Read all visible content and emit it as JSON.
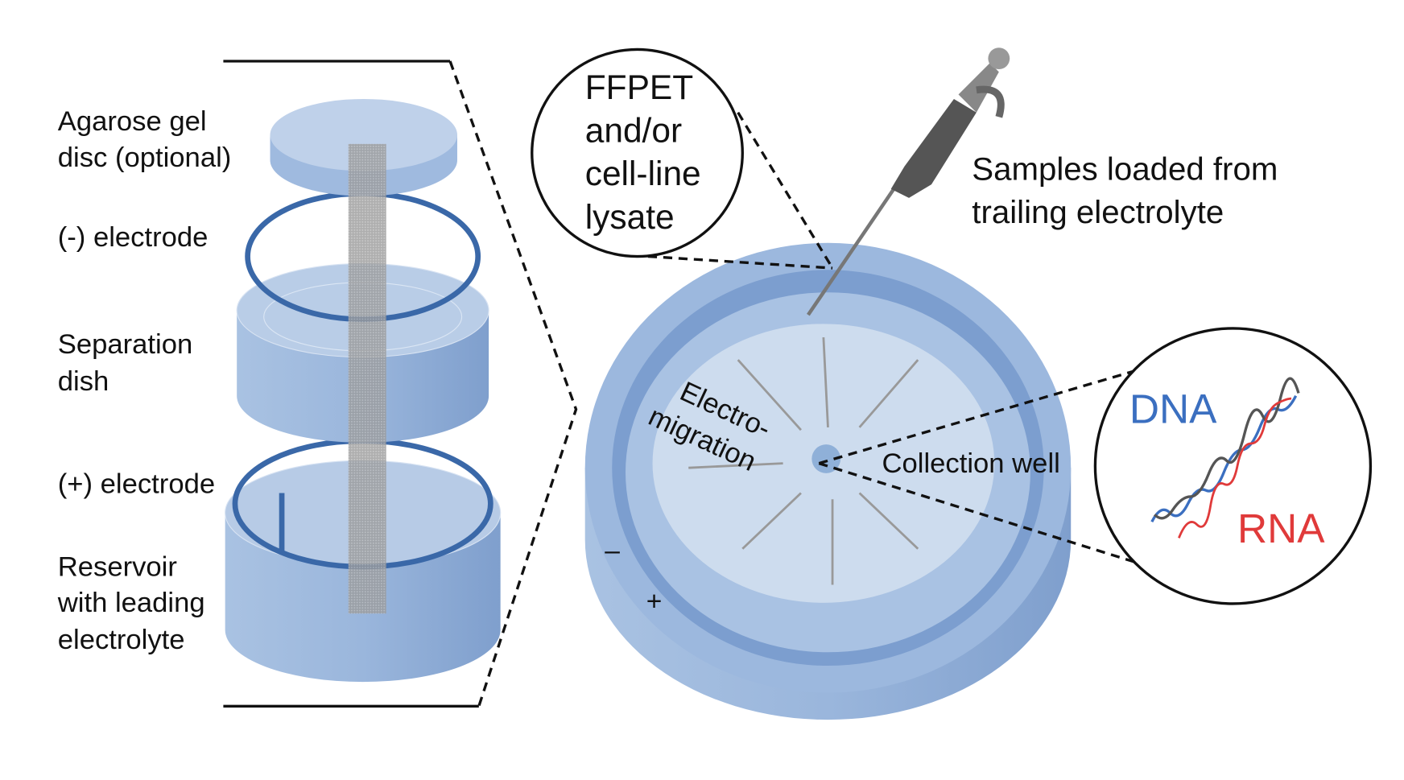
{
  "left_labels": {
    "agarose_line1": "Agarose gel",
    "agarose_line2": "disc (optional)",
    "neg_electrode": "(-) electrode",
    "separation_line1": "Separation",
    "separation_line2": "dish",
    "pos_electrode": "(+) electrode",
    "reservoir_line1": "Reservoir",
    "reservoir_line2": "with leading",
    "reservoir_line3": "electrolyte"
  },
  "sample_callout": {
    "line1": "FFPET",
    "line2": "and/or",
    "line3": "cell-line",
    "line4": "lysate"
  },
  "pipette_label": {
    "line1": "Samples loaded from",
    "line2": "trailing electrolyte"
  },
  "dish_labels": {
    "electro_line1": "Electro-",
    "electro_line2": "migration",
    "collection_well": "Collection well",
    "minus": "–",
    "plus": "+"
  },
  "nucleic_callout": {
    "dna": "DNA",
    "rna": "RNA"
  },
  "colors": {
    "dish_blue": "#8fb0d8",
    "dish_light": "#c9d8ec",
    "electrode_blue": "#3a68a8",
    "dna_blue": "#3b6fc0",
    "rna_red": "#e03a3a"
  }
}
